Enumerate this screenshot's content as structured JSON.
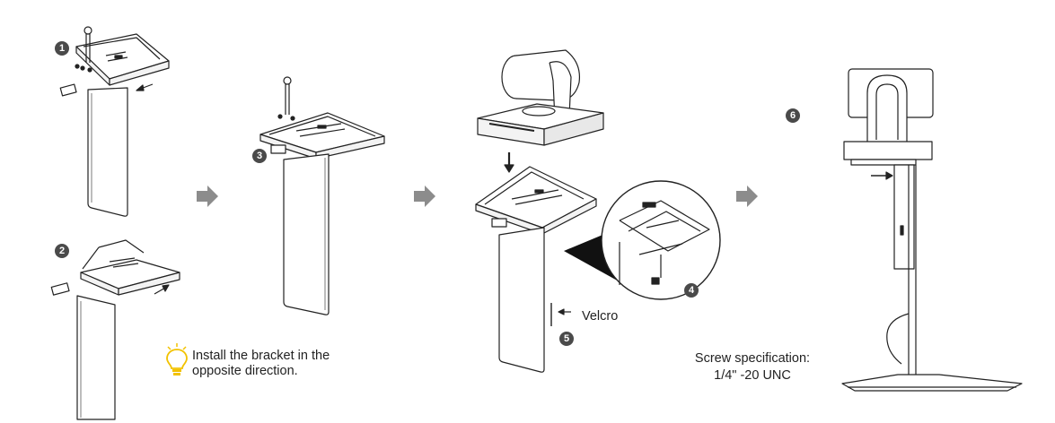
{
  "steps": [
    "1",
    "2",
    "3",
    "4",
    "5",
    "6"
  ],
  "note": {
    "icon": "lightbulb-icon",
    "icon_color": "#f2c200",
    "line1": "Install the bracket in the",
    "line2": "opposite direction."
  },
  "velcro_label": "Velcro",
  "screw_spec": {
    "line1": "Screw specification:",
    "line2": "1/4\" -20 UNC"
  },
  "colors": {
    "arrow": "#8c8c8c",
    "line": "#222222",
    "badge": "#4a4a4a"
  }
}
